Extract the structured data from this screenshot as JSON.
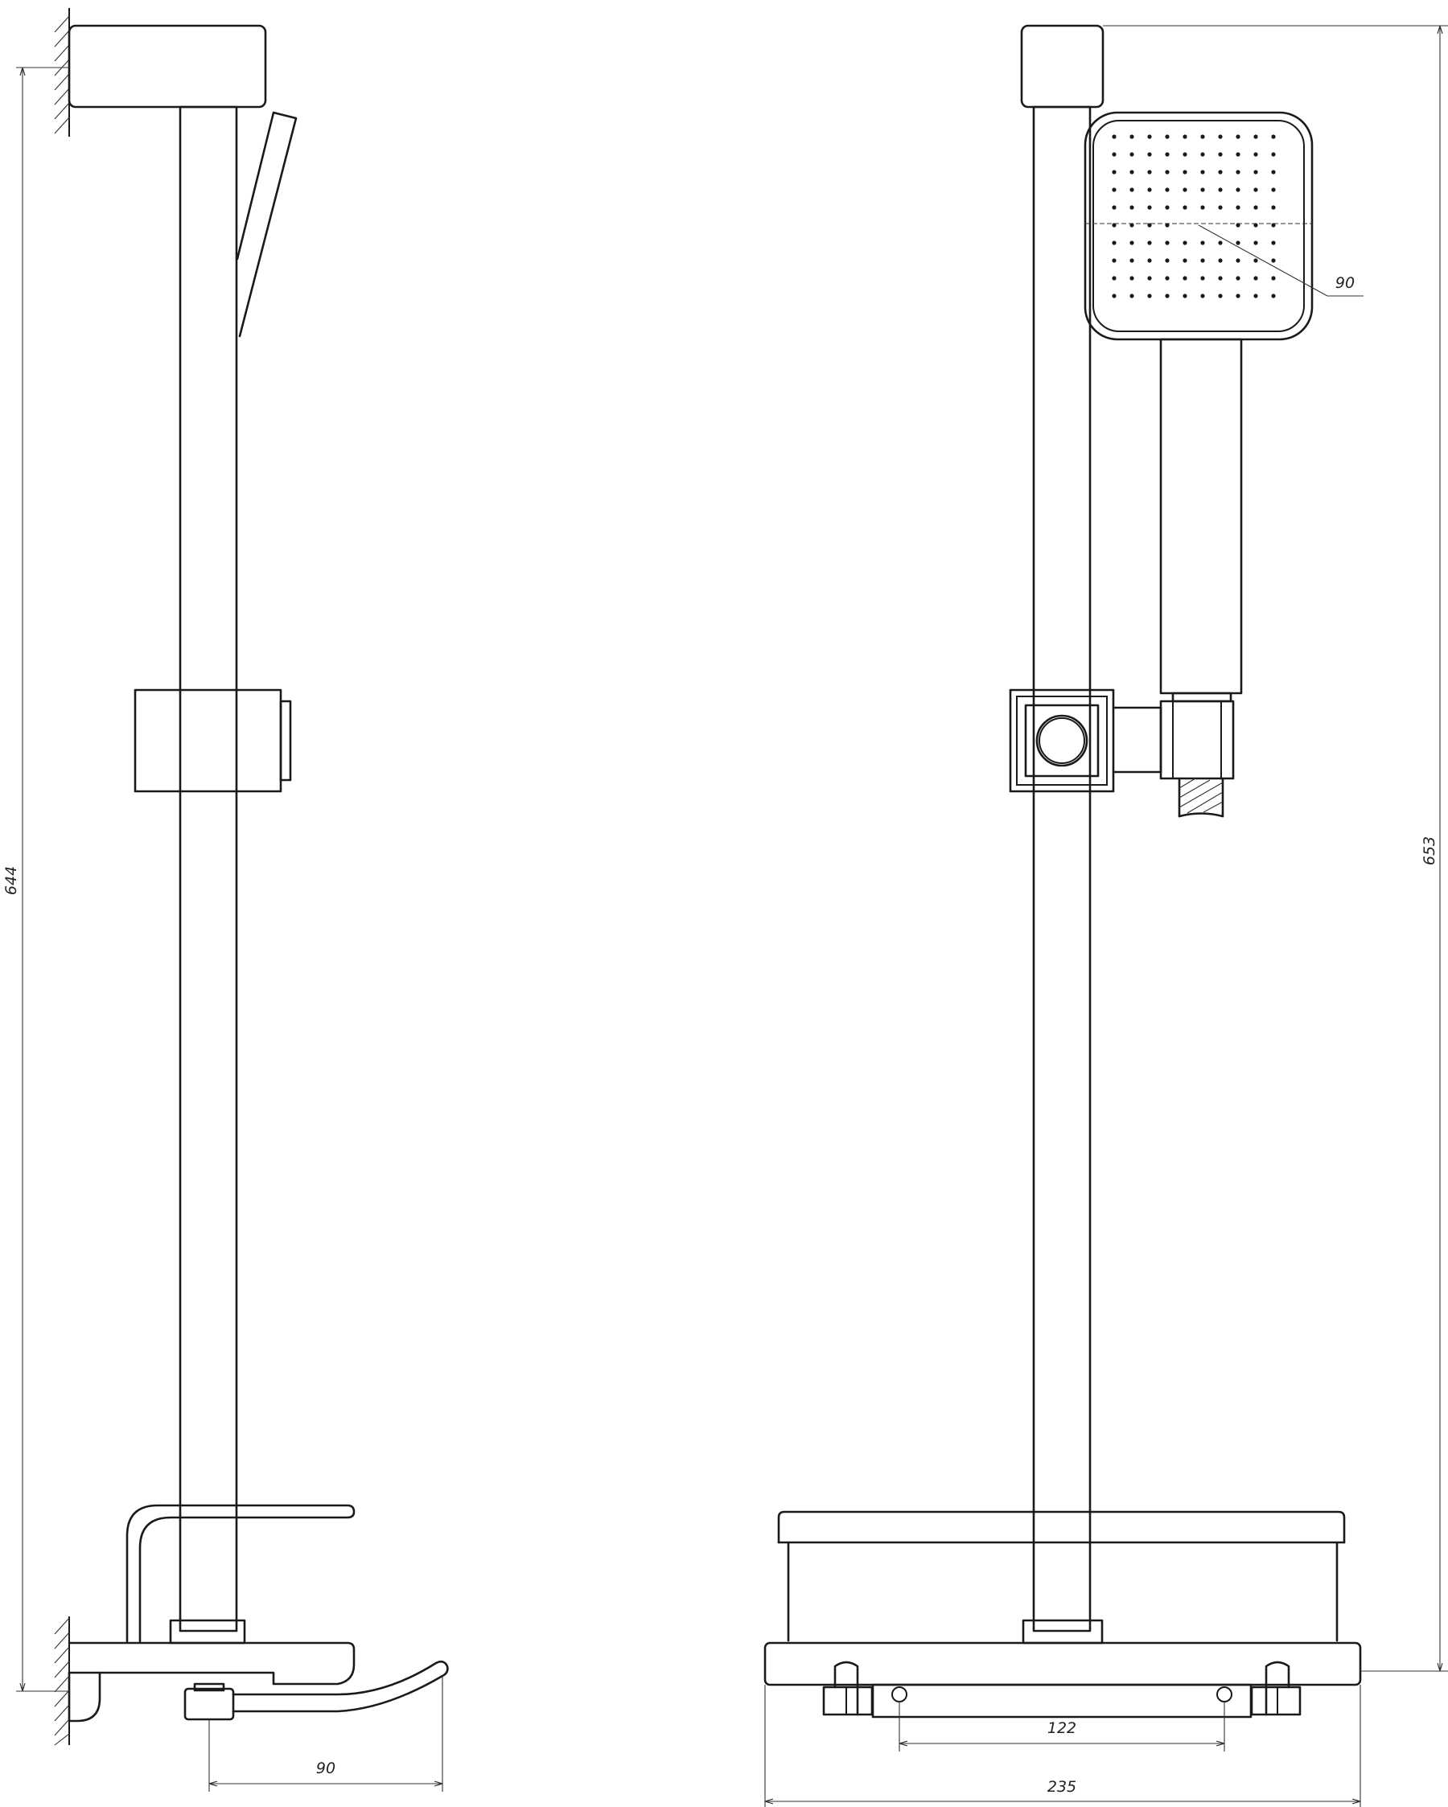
{
  "drawing": {
    "line_color": "#1a1a1a",
    "background": "#ffffff",
    "dimensions": {
      "left_total_height": "644",
      "right_total_height": "653",
      "shower_head_size": "90",
      "holder_projection": "90",
      "shelf_hole_spacing": "122",
      "shelf_width": "235"
    }
  }
}
